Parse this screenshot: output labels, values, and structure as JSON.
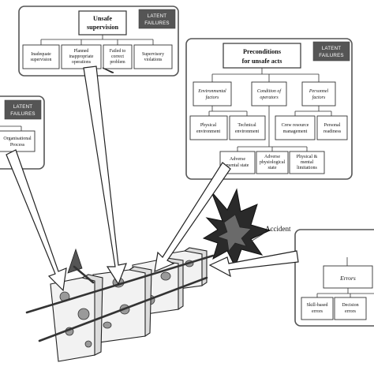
{
  "badge": {
    "line1": "LATENT",
    "line2": "FAILURES"
  },
  "panel_supervision": {
    "title_line1": "Unsafe",
    "title_line2": "supervision",
    "items": [
      {
        "l1": "Inadequate",
        "l2": "supervision",
        "l3": ""
      },
      {
        "l1": "Planned",
        "l2": "inappropriate",
        "l3": "operations"
      },
      {
        "l1": "Failed to",
        "l2": "correct",
        "l3": "problem"
      },
      {
        "l1": "Supervisory",
        "l2": "violations",
        "l3": ""
      }
    ]
  },
  "panel_preconditions": {
    "title_line1": "Preconditions",
    "title_line2": "for unsafe acts",
    "categories": [
      {
        "l1": "Environmental",
        "l2": "factors"
      },
      {
        "l1": "Condition of",
        "l2": "operators"
      },
      {
        "l1": "Personnel",
        "l2": "factors"
      }
    ],
    "env_items": [
      {
        "l1": "Physical",
        "l2": "environment"
      },
      {
        "l1": "Technical",
        "l2": "environment"
      }
    ],
    "personnel_items": [
      {
        "l1": "Crew resource",
        "l2": "management"
      },
      {
        "l1": "Personal",
        "l2": "readiness"
      }
    ],
    "operator_items": [
      {
        "l1": "Adverse",
        "l2": "mental state",
        "l3": ""
      },
      {
        "l1": "Adverse",
        "l2": "physiological",
        "l3": "state"
      },
      {
        "l1": "Physical &",
        "l2": "mental",
        "l3": "limitations"
      }
    ]
  },
  "panel_organisational": {
    "item_line1": "Organisational",
    "item_line2": "Process"
  },
  "panel_unsafe_acts": {
    "category": "Errors",
    "items": [
      {
        "l1": "Skill-based",
        "l2": "errors"
      },
      {
        "l1": "Decision",
        "l2": "errors"
      }
    ]
  },
  "accident_label": "Accident",
  "colors": {
    "badge": "#555555",
    "border": "#555555",
    "explosion": "#2a2a2a"
  }
}
